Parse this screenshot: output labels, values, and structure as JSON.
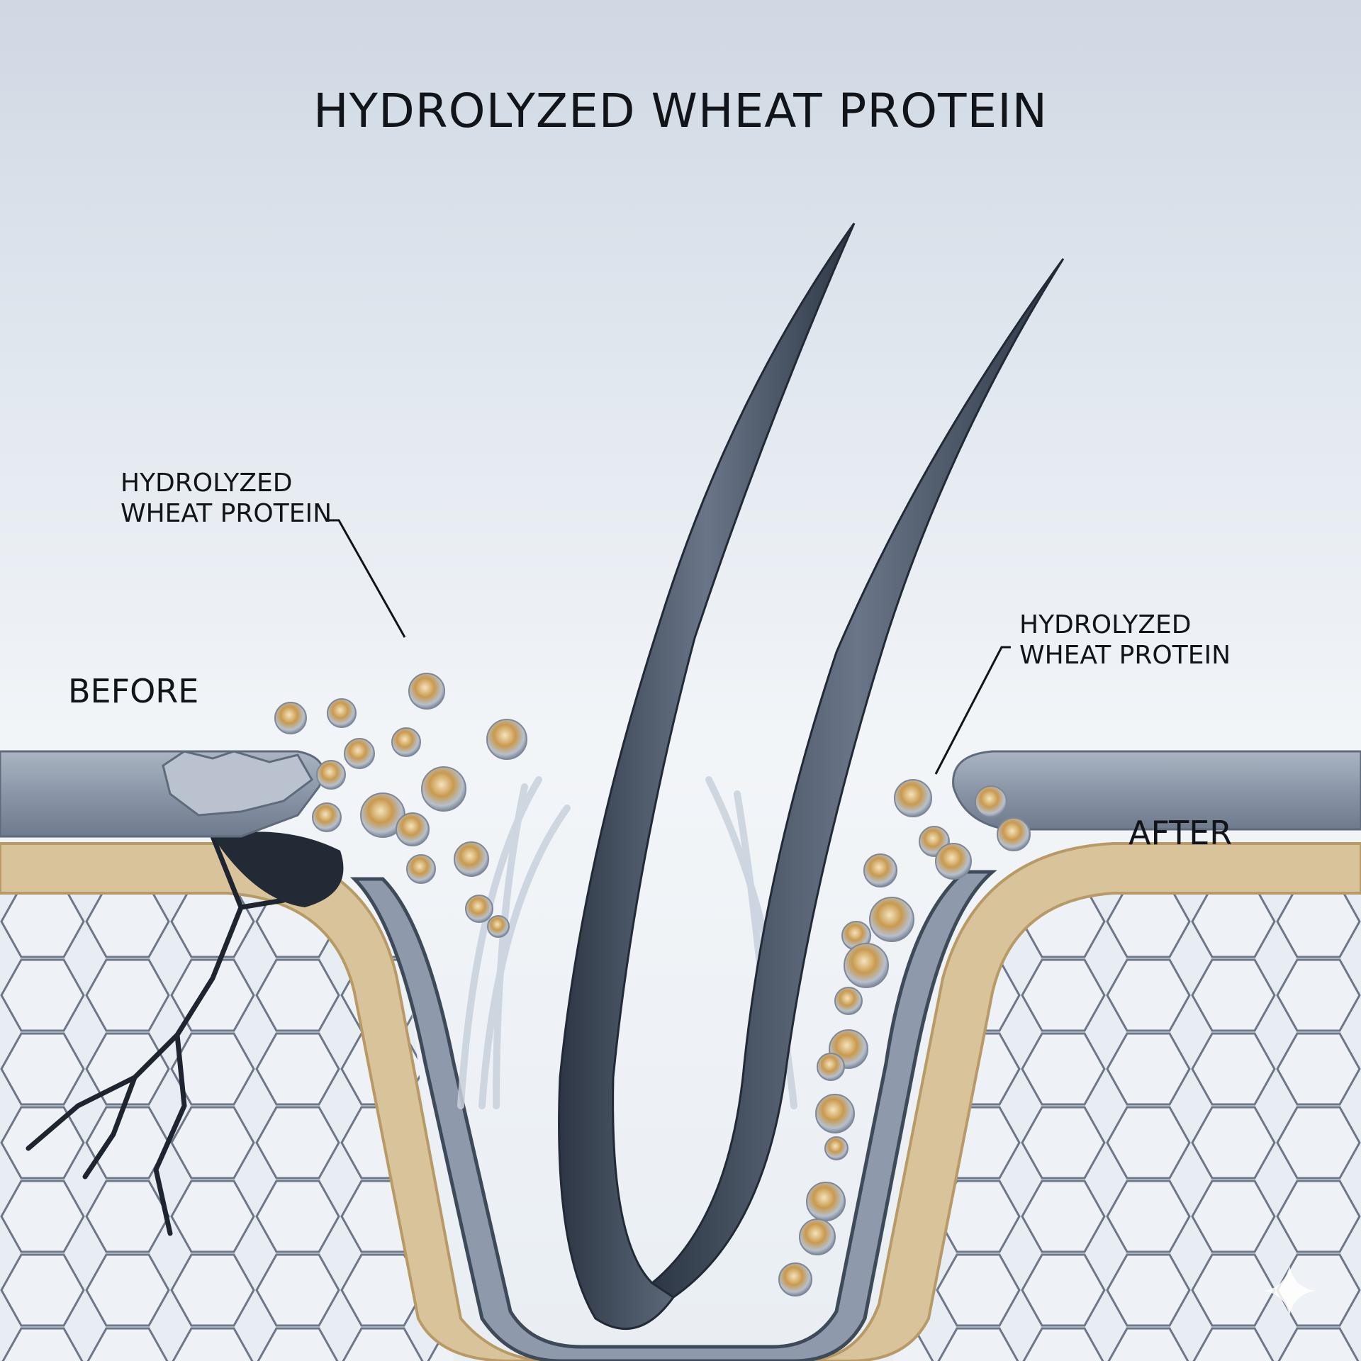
{
  "title": "HYDROLYZED WHEAT PROTEIN",
  "callouts": {
    "left": {
      "line1": "HYDROLYZED",
      "line2": "WHEAT PROTEIN"
    },
    "right": {
      "line1": "HYDROLYZED",
      "line2": "WHEAT PROTEIN"
    }
  },
  "labels": {
    "before": "BEFORE",
    "after": "AFTER"
  },
  "colors": {
    "background_top": "#cfd8e3",
    "surface_layer": "#8a96a8",
    "dermis_band": "#d9c39a",
    "cell_fill": "#e8edf3",
    "cell_outline": "#6d7787",
    "hair_shaft": "#3e4a5a",
    "protein_sphere_core": "#c99a4e"
  },
  "icons": [
    "sparkle-icon"
  ]
}
